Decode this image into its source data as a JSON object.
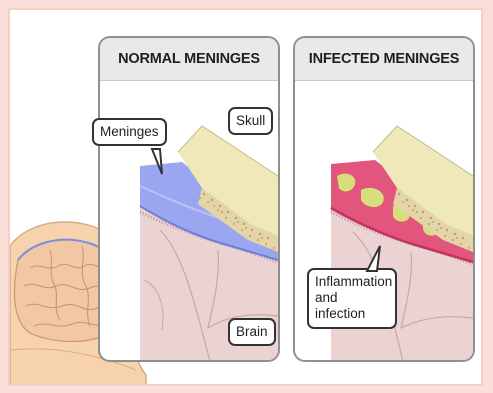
{
  "panels": {
    "normal": {
      "title": "NORMAL MENINGES",
      "labels": {
        "skull": "Skull",
        "meninges": "Meninges",
        "brain": "Brain"
      }
    },
    "infected": {
      "title": "INFECTED MENINGES",
      "labels": {
        "inflammation_line1": "Inflammation",
        "inflammation_line2": "and infection"
      }
    }
  },
  "colors": {
    "background": "#fadfd8",
    "skull": "#efe8b8",
    "skull_dots": "#b89f74",
    "meninges_normal": "#9aa6f0",
    "meninges_infected": "#e2557d",
    "infection_patch": "#d6e07a",
    "brain": "#ead3d2",
    "head_skin": "#f6d3ac"
  }
}
